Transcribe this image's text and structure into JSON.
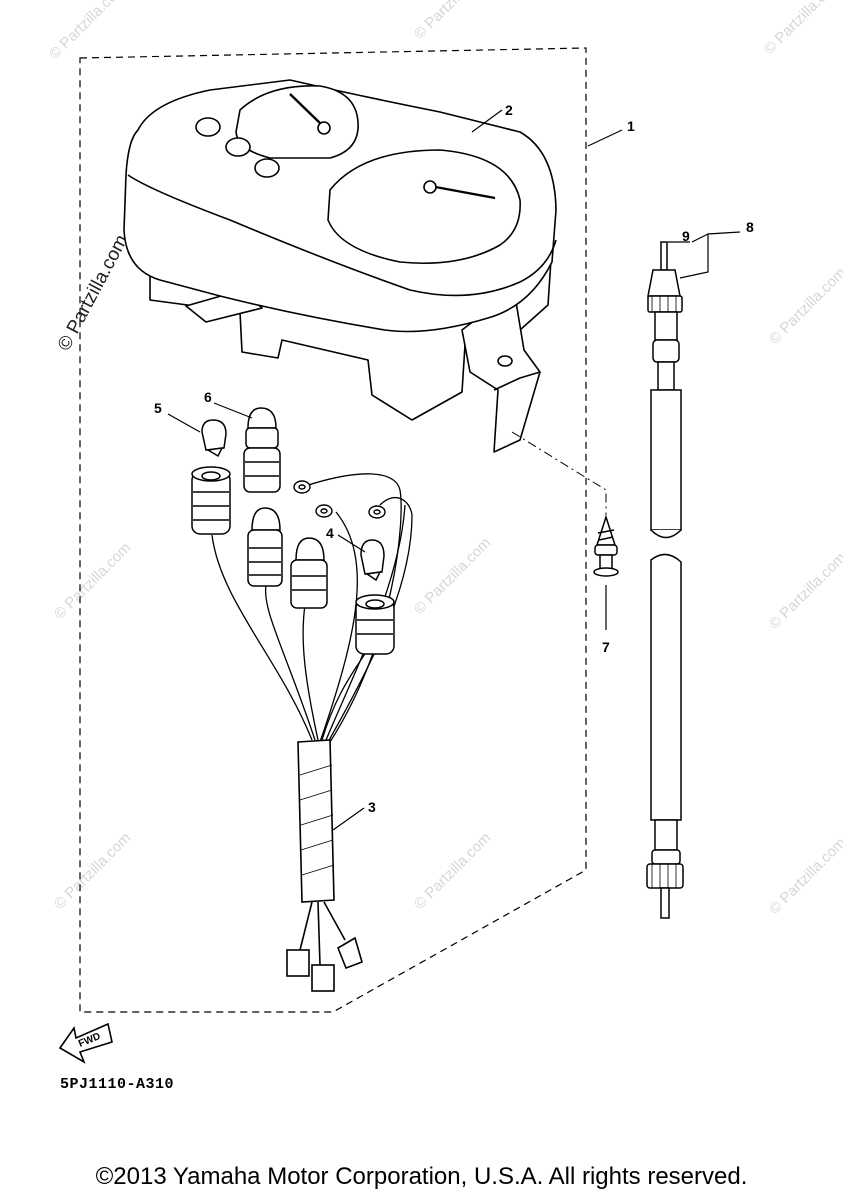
{
  "watermark": {
    "text": "© Partzilla.com"
  },
  "callouts": [
    {
      "id": "1",
      "label": "1"
    },
    {
      "id": "2",
      "label": "2"
    },
    {
      "id": "3",
      "label": "3"
    },
    {
      "id": "4",
      "label": "4"
    },
    {
      "id": "5",
      "label": "5"
    },
    {
      "id": "6",
      "label": "6"
    },
    {
      "id": "7",
      "label": "7"
    },
    {
      "id": "8",
      "label": "8"
    },
    {
      "id": "9",
      "label": "9"
    }
  ],
  "fwd_label": "FWD",
  "diagram_code": "5PJ1110-A310",
  "copyright": "©2013 Yamaha Motor Corporation, U.S.A. All rights reserved."
}
